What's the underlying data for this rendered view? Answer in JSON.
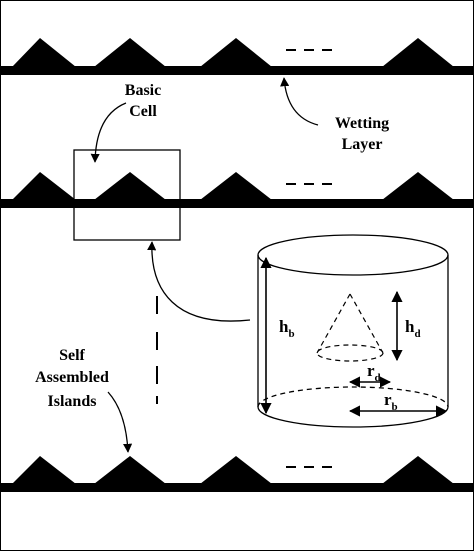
{
  "labels": {
    "basic_cell_line1": "Basic",
    "basic_cell_line2": "Cell",
    "wetting_layer_line1": "Wetting",
    "wetting_layer_line2": "Layer",
    "self_assembled_line1": "Self",
    "self_assembled_line2": "Assembled",
    "self_assembled_line3": "Islands"
  },
  "symbols": {
    "hb_main": "h",
    "hb_sub": "b",
    "hd_main": "h",
    "hd_sub": "d",
    "rd_main": "r",
    "rd_sub": "d",
    "rb_main": "r",
    "rb_sub": "b"
  },
  "colors": {
    "ink": "#000000",
    "background": "#ffffff"
  }
}
